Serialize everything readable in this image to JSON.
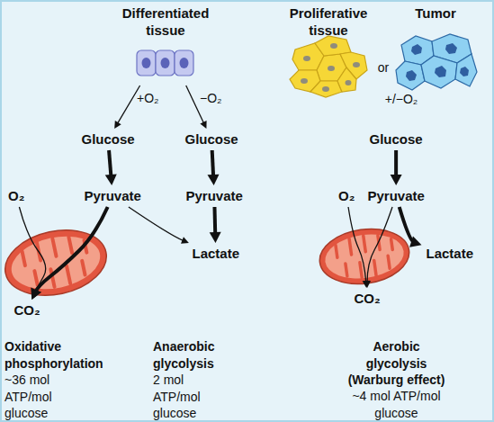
{
  "diagram": {
    "nodes": [
      {
        "text": [
          "Differentiated tissue"
        ]
      },
      {
        "text": [
          "Proliferative tissue"
        ]
      },
      {
        "text": [
          "Tumor"
        ]
      },
      {
        "text": [
          "Glucose"
        ]
      },
      {
        "text": [
          "Glucose"
        ]
      },
      {
        "text": [
          "Glucose"
        ]
      },
      {
        "text": [
          "O₂"
        ]
      },
      {
        "text": [
          "Pyruvate"
        ]
      },
      {
        "text": [
          "Pyruvate"
        ]
      },
      {
        "text": [
          "O₂"
        ]
      },
      {
        "text": [
          "Pyruvate"
        ]
      },
      {
        "text": [
          "Lactate"
        ]
      },
      {
        "text": [
          "Lactate"
        ]
      },
      {
        "text": [
          "CO₂"
        ]
      },
      {
        "text": [
          "CO₂"
        ]
      }
    ],
    "edges": [
      {
        "from": 0,
        "to": 3,
        "label": "+O₂",
        "arrow": "to"
      },
      {
        "from": 0,
        "to": 4,
        "label": "−O₂",
        "arrow": "to"
      },
      {
        "from": 3,
        "to": 7,
        "arrow": "to"
      },
      {
        "from": 4,
        "to": 8,
        "arrow": "to"
      },
      {
        "from": 8,
        "to": 11,
        "arrow": "to"
      },
      {
        "from": 7,
        "to": 11,
        "arrow": "to"
      },
      {
        "from": 6,
        "to": 13,
        "arrow": "to"
      },
      {
        "from": 7,
        "to": 13,
        "arrow": "to"
      },
      {
        "from": 5,
        "to": 10,
        "arrow": "to"
      },
      {
        "from": 10,
        "to": 12,
        "arrow": "to"
      },
      {
        "from": 9,
        "to": 14,
        "arrow": "to"
      },
      {
        "from": 10,
        "to": 14,
        "arrow": "to"
      }
    ],
    "labels": [
      "or",
      "+/−O₂",
      "Oxidative phosphorylation",
      "~36 mol ATP/mol glucose",
      "Anaerobic glycolysis",
      "2 mol ATP/mol glucose",
      "Aerobic glycolysis (Warburg effect)",
      "~4 mol ATP/mol glucose"
    ]
  }
}
